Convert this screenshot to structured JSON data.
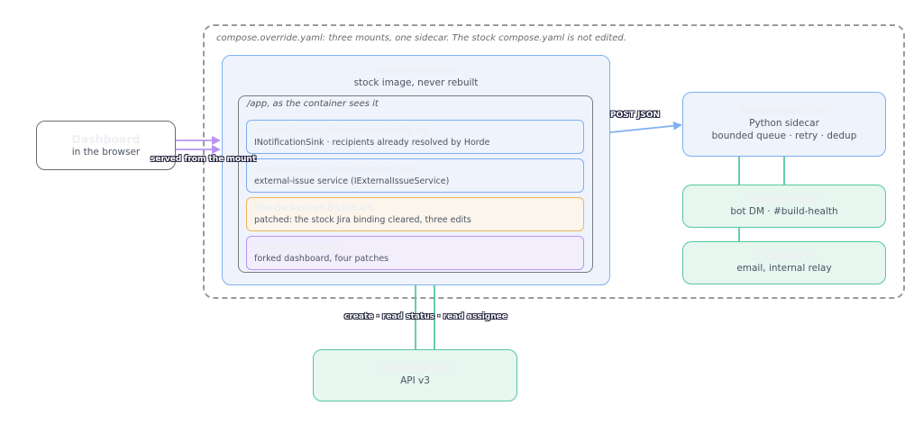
{
  "override_note": "compose.override.yaml: three mounts, one sidecar. The stock compose.yaml is not edited.",
  "dashboard": {
    "title": "Dashboard",
    "subtitle": "in the browser"
  },
  "horde_server": {
    "title": "horde-server",
    "subtitle": "stock image, never rebuilt"
  },
  "app_folder": {
    "label": "/app, as the container sees it"
  },
  "modules": [
    {
      "title": "HordeServer.WebhookNotify.dll",
      "subtitle": "INotificationSink · recipients already resolved by Horde"
    },
    {
      "title": "HordeServer.OpenProject.dll",
      "subtitle": "external-issue service (IExternalIssueService)"
    },
    {
      "title": "HordeServer.Build.dll",
      "subtitle": "patched: the stock Jira binding cleared, three edits"
    },
    {
      "title": "DashboardApp/",
      "subtitle": "forked dashboard, four patches"
    }
  ],
  "notifier": {
    "title": "horde-notifier",
    "subtitle_1": "Python sidecar",
    "subtitle_2": "bounded queue · retry · dedup"
  },
  "mattermost": {
    "title": "Mattermost",
    "subtitle": "bot DM · #build-health"
  },
  "stalwart": {
    "title": "Stalwart",
    "subtitle": "email, internal relay"
  },
  "openproject": {
    "title": "OpenProject",
    "subtitle": "API v3"
  },
  "edges": {
    "served": "served from the mount",
    "post": "POST JSON",
    "openproject_ops": "create · read status · read assignee"
  },
  "colors": {
    "purple": "#b794f4",
    "blue": "#7fb0ef",
    "green": "#56c8a0",
    "orange": "#f0b35a",
    "grey": "#8c8c8c"
  }
}
